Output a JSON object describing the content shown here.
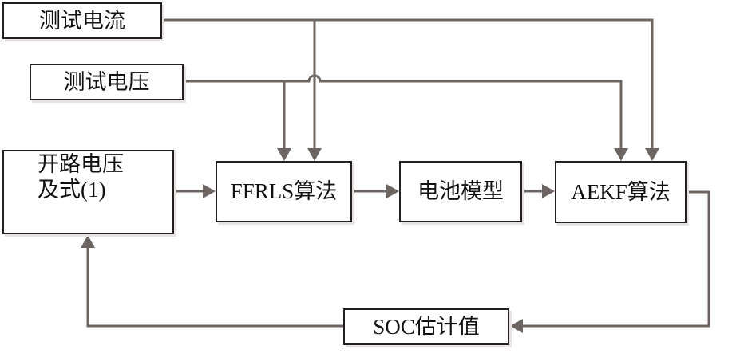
{
  "diagram": {
    "colors": {
      "wire": "#6d6562",
      "box_border": "#231f20",
      "text": "#111111"
    },
    "nodes": {
      "test_current": {
        "label": "测试电流"
      },
      "test_voltage": {
        "label": "测试电压"
      },
      "ocv": {
        "line1": "开路电压",
        "line2": "及式(1)"
      },
      "ffrls": {
        "label": "FFRLS算法"
      },
      "battery_model": {
        "label": "电池模型"
      },
      "aekf": {
        "label": "AEKF算法"
      },
      "soc": {
        "label": "SOC估计值"
      }
    },
    "edges": [
      {
        "from": "测试电流",
        "to": "FFRLS算法"
      },
      {
        "from": "测试电流",
        "to": "AEKF算法"
      },
      {
        "from": "测试电压",
        "to": "FFRLS算法"
      },
      {
        "from": "测试电压",
        "to": "AEKF算法"
      },
      {
        "from": "开路电压及式(1)",
        "to": "FFRLS算法"
      },
      {
        "from": "FFRLS算法",
        "to": "电池模型"
      },
      {
        "from": "电池模型",
        "to": "AEKF算法"
      },
      {
        "from": "AEKF算法",
        "to": "SOC估计值"
      },
      {
        "from": "SOC估计值",
        "to": "开路电压及式(1)"
      }
    ]
  }
}
